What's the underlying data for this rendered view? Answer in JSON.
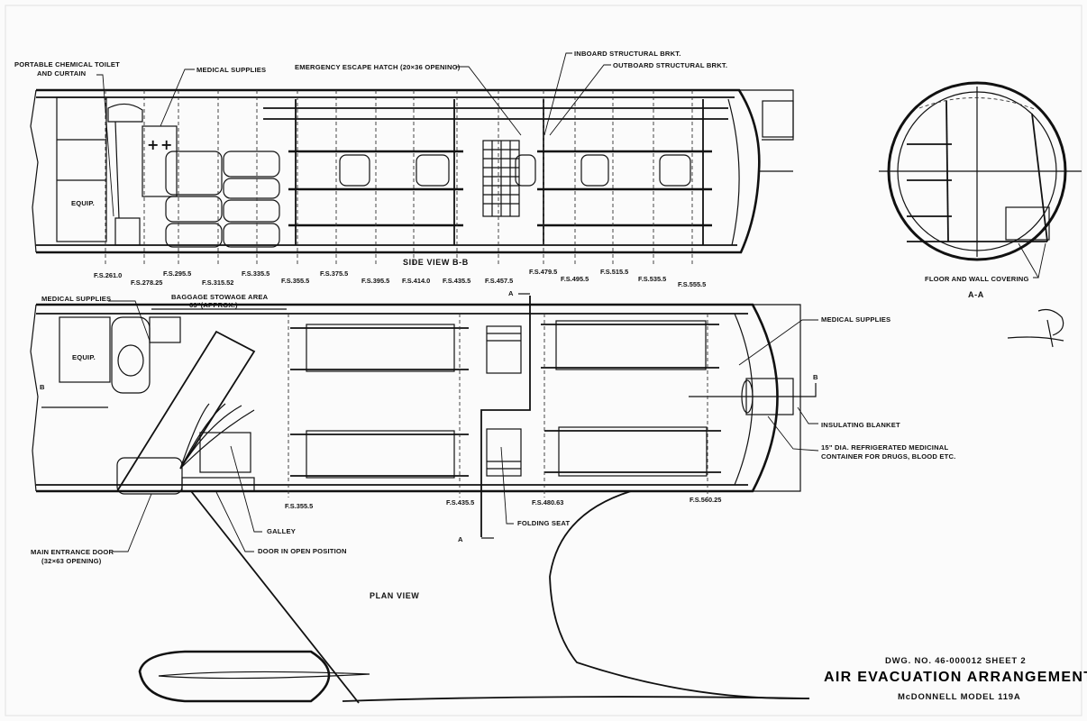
{
  "labels": {
    "toilet_line1": "PORTABLE CHEMICAL TOILET",
    "toilet_line2": "AND CURTAIN",
    "medical_supplies_top": "MEDICAL SUPPLIES",
    "escape_hatch": "EMERGENCY ESCAPE HATCH (20×36 OPENING)",
    "inboard_brkt": "INBOARD STRUCTURAL BRKT.",
    "outboard_brkt": "OUTBOARD STRUCTURAL BRKT.",
    "equip_side": "EQUIP.",
    "equip_plan": "EQUIP.",
    "side_view": "SIDE VIEW B-B",
    "medical_supplies_left": "MEDICAL SUPPLIES",
    "baggage_area": "BAGGAGE STOWAGE AREA",
    "baggage_dim": "63\"(APPROX.)",
    "medical_supplies_right": "MEDICAL SUPPLIES",
    "insulating_blanket": "INSULATING BLANKET",
    "container_line1": "15\" DIA. REFRIGERATED MEDICINAL",
    "container_line2": "CONTAINER FOR DRUGS, BLOOD ETC.",
    "floor_covering": "FLOOR AND WALL COVERING",
    "section_aa": "A-A",
    "galley": "GALLEY",
    "door_open": "DOOR IN OPEN POSITION",
    "folding_seat": "FOLDING SEAT",
    "main_door_line1": "MAIN ENTRANCE DOOR",
    "main_door_line2": "(32×63 OPENING)",
    "plan_view": "PLAN VIEW",
    "marker_a_top": "A",
    "marker_a_bottom": "A",
    "marker_b_left": "B",
    "marker_b_right": "B"
  },
  "stations_side": [
    {
      "label": "F.S.261.0"
    },
    {
      "label": "F.S.278.25"
    },
    {
      "label": "F.S.295.5"
    },
    {
      "label": "F.S.315.52"
    },
    {
      "label": "F.S.335.5"
    },
    {
      "label": "F.S.355.5"
    },
    {
      "label": "F.S.375.5"
    },
    {
      "label": "F.S.395.5"
    },
    {
      "label": "F.S.414.0"
    },
    {
      "label": "F.S.435.5"
    },
    {
      "label": "F.S.457.5"
    },
    {
      "label": "F.S.479.5"
    },
    {
      "label": "F.S.495.5"
    },
    {
      "label": "F.S.515.5"
    },
    {
      "label": "F.S.535.5"
    },
    {
      "label": "F.S.555.5"
    }
  ],
  "stations_plan": [
    {
      "label": "F.S.355.5"
    },
    {
      "label": "F.S.435.5"
    },
    {
      "label": "F.S.480.63"
    },
    {
      "label": "F.S.560.25"
    }
  ],
  "title_block": {
    "dwg_no": "DWG. NO. 46-000012 SHEET 2",
    "title": "AIR EVACUATION ARRANGEMENT",
    "model": "McDONNELL MODEL 119A"
  }
}
